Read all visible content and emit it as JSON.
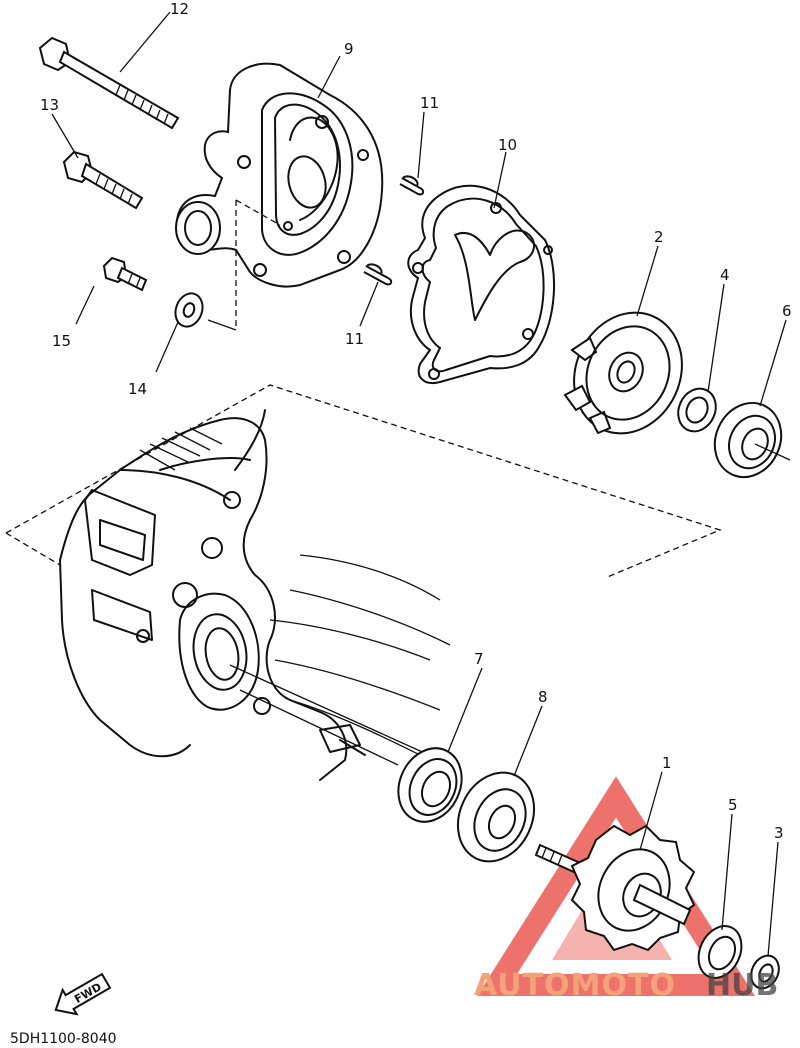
{
  "labels": {
    "p1": "1",
    "p2": "2",
    "p3": "3",
    "p4": "4",
    "p5": "5",
    "p6": "6",
    "p7": "7",
    "p8": "8",
    "p9": "9",
    "p10": "10",
    "p11a": "11",
    "p11b": "11",
    "p12": "12",
    "p13": "13",
    "p14": "14",
    "p15": "15"
  },
  "fwd_label": "FWD",
  "diagram_code": "5DH1100-8040",
  "watermark": {
    "part1": "AUTOMOTO",
    "part2": "HUB",
    "color_primary": "#e8443a",
    "color_secondary": "#f5a27a"
  }
}
